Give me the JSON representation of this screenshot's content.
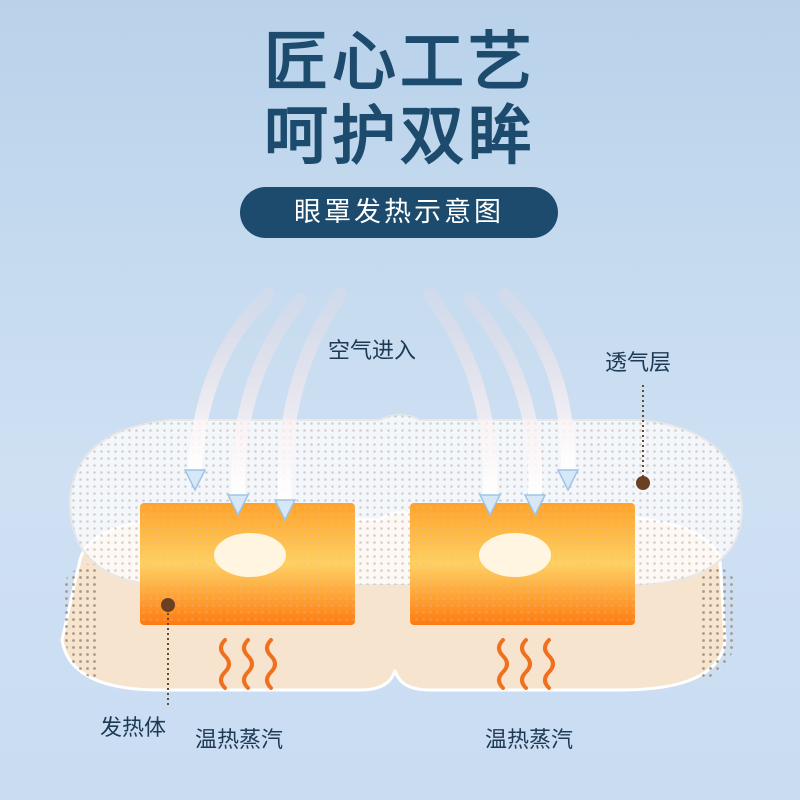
{
  "title_line1": "匠心工艺",
  "title_line2": "呵护双眸",
  "badge": "眼罩发热示意图",
  "labels": {
    "air_in": "空气进入",
    "breathable_layer": "透气层",
    "heating_body": "发热体",
    "steam_left": "温热蒸汽",
    "steam_right": "温热蒸汽"
  },
  "colors": {
    "title": "#1c4b6e",
    "pad": "#ff8a1a",
    "steam": "#f07020"
  }
}
